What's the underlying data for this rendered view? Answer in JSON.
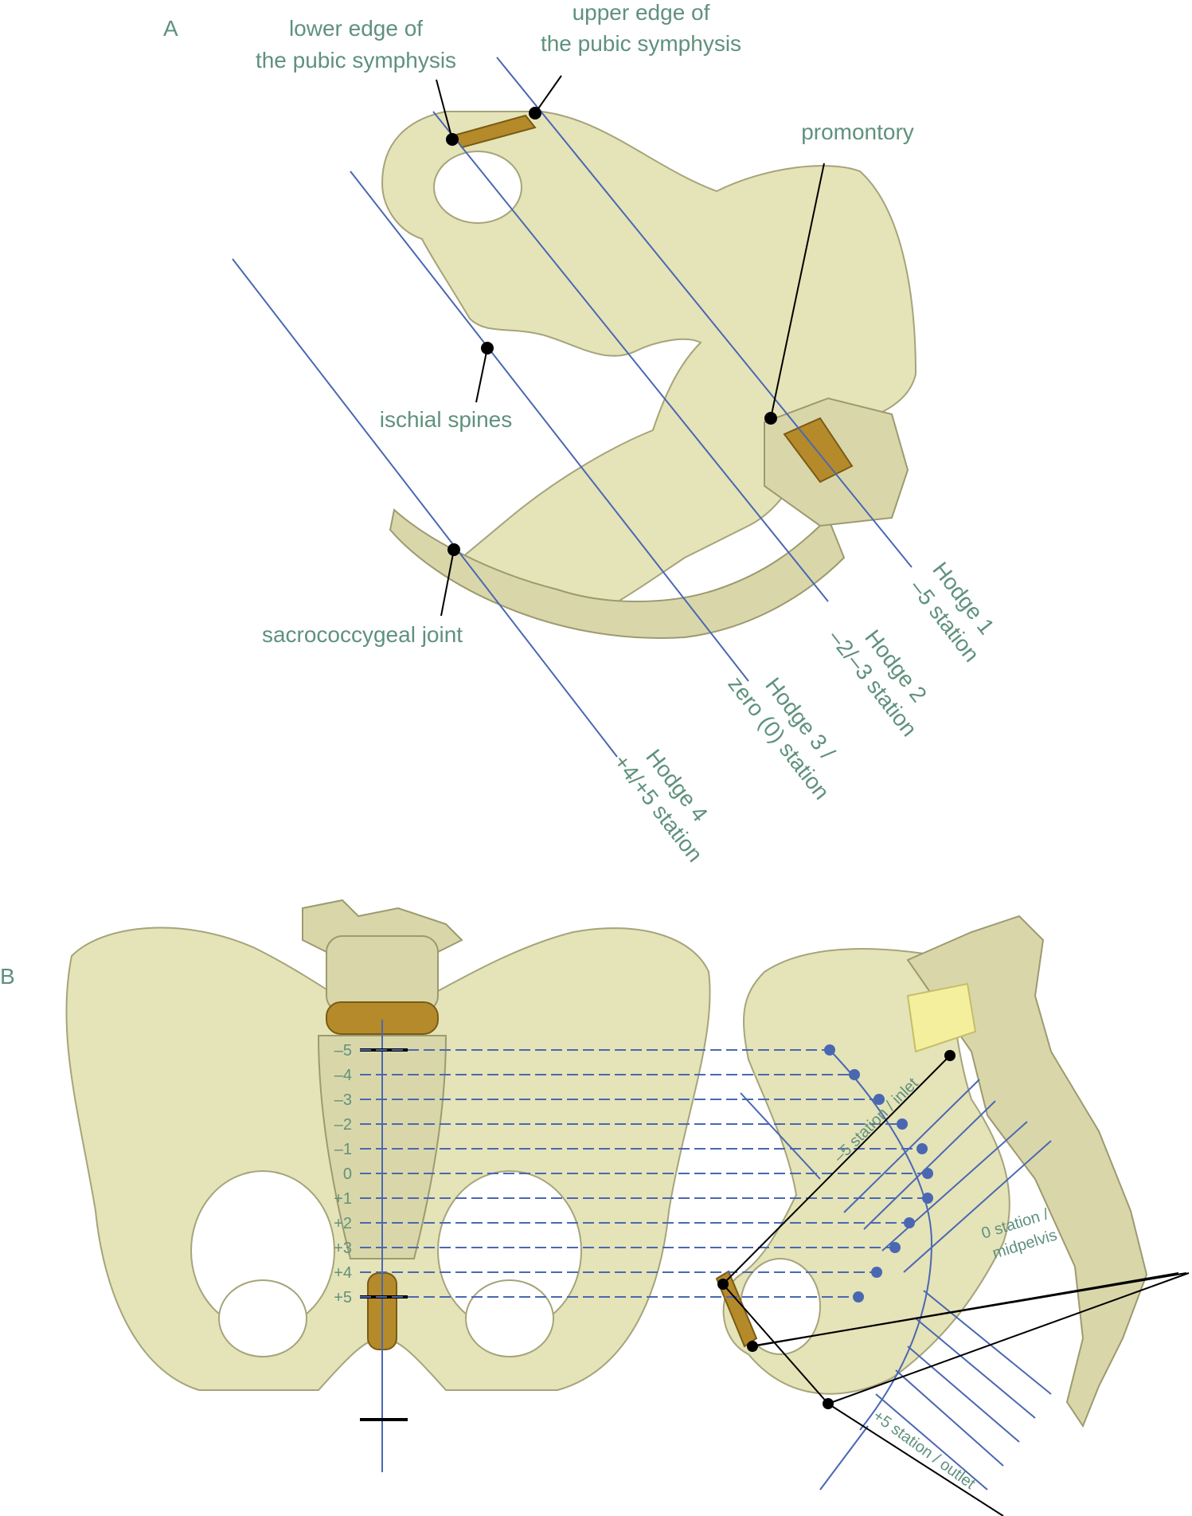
{
  "panels": {
    "a": "A",
    "b": "B"
  },
  "panel_a": {
    "landmarks": {
      "lower_edge": [
        "lower edge of",
        "the pubic symphysis"
      ],
      "upper_edge": [
        "upper edge of",
        "the pubic symphysis"
      ],
      "promontory": "promontory",
      "ischial_spines": "ischial spines",
      "sacrococcygeal": "sacrococcygeal joint"
    },
    "hodge": [
      {
        "line1": "Hodge 1",
        "line2": "–5 station"
      },
      {
        "line1": "Hodge 2",
        "line2": "–2/–3 station"
      },
      {
        "line1": "Hodge 3 /",
        "line2": "zero (0) station"
      },
      {
        "line1": "Hodge 4",
        "line2": "+4/+5 station"
      }
    ]
  },
  "panel_b": {
    "stations": [
      "–5",
      "–4",
      "–3",
      "–2",
      "–1",
      "0",
      "+1",
      "+2",
      "+3",
      "+4",
      "+5"
    ],
    "inlet": "–5 station / inlet",
    "midpelvis": [
      "0 station /",
      "midpelvis"
    ],
    "outlet": "+5 station / outlet"
  },
  "colors": {
    "label": "#5f917d",
    "line": "#4a68b2",
    "bone": "#e5e3b8",
    "symphysis": "#b58a2a"
  }
}
